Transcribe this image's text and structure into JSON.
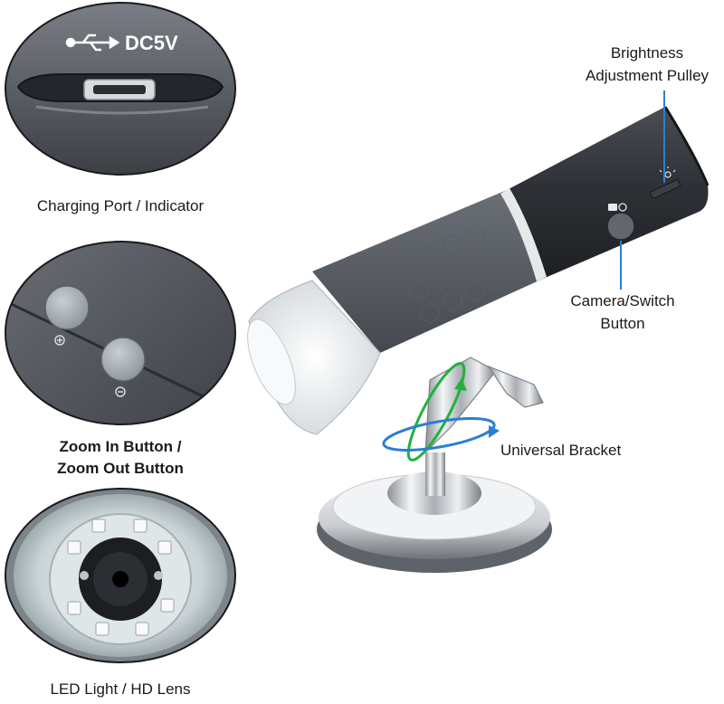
{
  "insets": {
    "charging": {
      "port_label": "DC5V",
      "caption": "Charging Port / Indicator"
    },
    "zoom": {
      "caption_line1": "Zoom In Button /",
      "caption_line2": "Zoom Out Button"
    },
    "led": {
      "caption": "LED Light / HD Lens"
    }
  },
  "callouts": {
    "brightness_line1": "Brightness",
    "brightness_line2": "Adjustment Pulley",
    "camera_line1": "Camera/Switch",
    "camera_line2": "Button",
    "bracket": "Universal Bracket"
  },
  "colors": {
    "callout_line": "#2a7fd4",
    "rotation_green": "#1fb33a",
    "rotation_blue": "#2a7fd4",
    "body_dark": "#2f3237"
  }
}
